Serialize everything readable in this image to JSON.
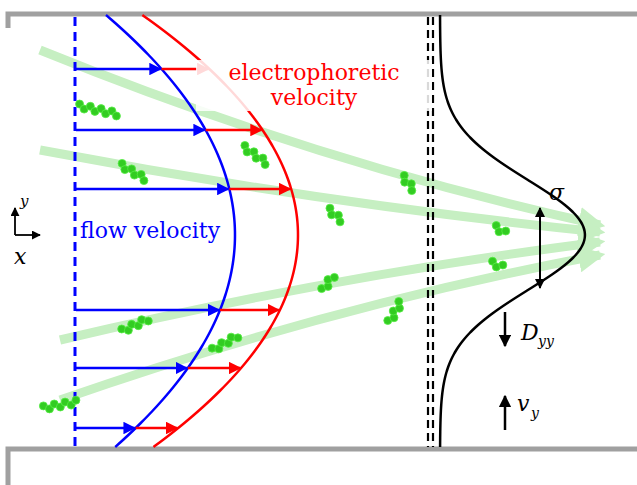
{
  "diagram": {
    "labels": [
      "electrophoretic velocity",
      "flow velocity",
      "y",
      "x",
      "σ",
      "D",
      "yy",
      "v",
      "y"
    ]
  }
}
